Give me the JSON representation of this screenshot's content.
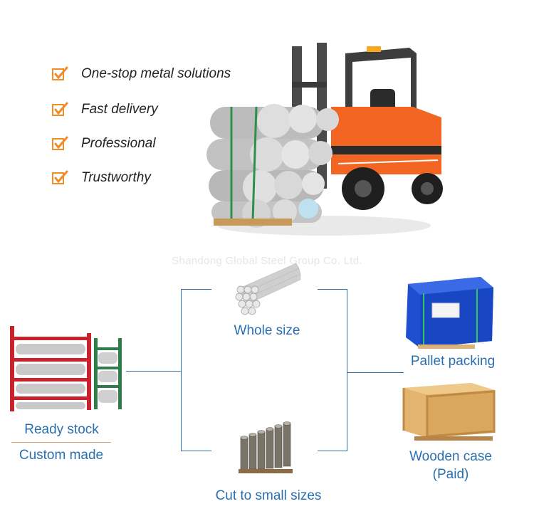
{
  "features": [
    {
      "label": "One-stop metal solutions",
      "icon": "checkbox-icon"
    },
    {
      "label": "Fast delivery",
      "icon": "checkbox-icon"
    },
    {
      "label": "Professional",
      "icon": "checkbox-icon"
    },
    {
      "label": "Trustworthy",
      "icon": "checkbox-icon"
    }
  ],
  "watermark": "Shandong Global Steel Group Co. Ltd.",
  "flow": {
    "ready_stock": "Ready stock",
    "custom_made": "Custom made",
    "whole_size": "Whole size",
    "cut_small": "Cut to small sizes",
    "pallet_packing": "Pallet packing",
    "wooden_case": "Wooden case",
    "wooden_case_note": "(Paid)"
  },
  "colors": {
    "accent_blue": "#2a6fb0",
    "check_orange": "#f28c28",
    "forklift_orange": "#f26522",
    "rack_red": "#c8232c",
    "pallet_blue": "#1f4fd0",
    "wood": "#e2b46e"
  }
}
